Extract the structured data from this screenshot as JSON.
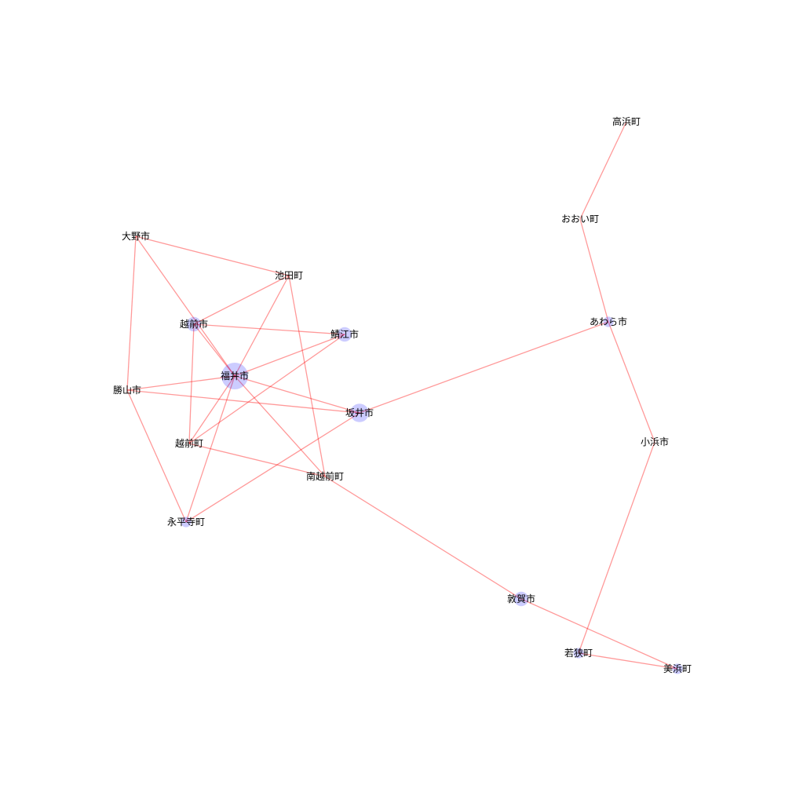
{
  "graph": {
    "node_color": "#0000ff",
    "edge_color": "#ff0000",
    "nodes": [
      {
        "id": "takahama",
        "label": "高浜町",
        "weight": 0
      },
      {
        "id": "ooi",
        "label": "おおい町",
        "weight": 0
      },
      {
        "id": "awara",
        "label": "あわら市",
        "weight": 1
      },
      {
        "id": "ono",
        "label": "大野市",
        "weight": 0
      },
      {
        "id": "ikeda",
        "label": "池田町",
        "weight": 0
      },
      {
        "id": "echizen_city",
        "label": "越前市",
        "weight": 2
      },
      {
        "id": "sabae",
        "label": "鯖江市",
        "weight": 2
      },
      {
        "id": "fukui",
        "label": "福井市",
        "weight": 5
      },
      {
        "id": "katsuyama",
        "label": "勝山市",
        "weight": 0
      },
      {
        "id": "sakai",
        "label": "坂井市",
        "weight": 3
      },
      {
        "id": "echizen_town",
        "label": "越前町",
        "weight": 0
      },
      {
        "id": "minamiechizen",
        "label": "南越前町",
        "weight": 0
      },
      {
        "id": "obama",
        "label": "小浜市",
        "weight": 0
      },
      {
        "id": "eiheiji",
        "label": "永平寺町",
        "weight": 1
      },
      {
        "id": "tsuruga",
        "label": "敦賀市",
        "weight": 2
      },
      {
        "id": "wakasa",
        "label": "若狭町",
        "weight": 1
      },
      {
        "id": "mihama",
        "label": "美浜町",
        "weight": 1
      }
    ],
    "edges": [
      [
        "takahama",
        "ooi"
      ],
      [
        "ooi",
        "awara"
      ],
      [
        "awara",
        "sakai"
      ],
      [
        "awara",
        "obama"
      ],
      [
        "obama",
        "wakasa"
      ],
      [
        "wakasa",
        "mihama"
      ],
      [
        "mihama",
        "tsuruga"
      ],
      [
        "tsuruga",
        "minamiechizen"
      ],
      [
        "ono",
        "ikeda"
      ],
      [
        "ono",
        "fukui"
      ],
      [
        "ono",
        "katsuyama"
      ],
      [
        "ikeda",
        "echizen_city"
      ],
      [
        "ikeda",
        "fukui"
      ],
      [
        "ikeda",
        "minamiechizen"
      ],
      [
        "echizen_city",
        "sabae"
      ],
      [
        "echizen_city",
        "echizen_town"
      ],
      [
        "echizen_city",
        "fukui"
      ],
      [
        "sabae",
        "fukui"
      ],
      [
        "sabae",
        "echizen_town"
      ],
      [
        "fukui",
        "katsuyama"
      ],
      [
        "fukui",
        "sakai"
      ],
      [
        "fukui",
        "echizen_town"
      ],
      [
        "fukui",
        "eiheiji"
      ],
      [
        "fukui",
        "minamiechizen"
      ],
      [
        "katsuyama",
        "sakai"
      ],
      [
        "katsuyama",
        "eiheiji"
      ],
      [
        "sakai",
        "eiheiji"
      ],
      [
        "echizen_town",
        "minamiechizen"
      ]
    ]
  }
}
